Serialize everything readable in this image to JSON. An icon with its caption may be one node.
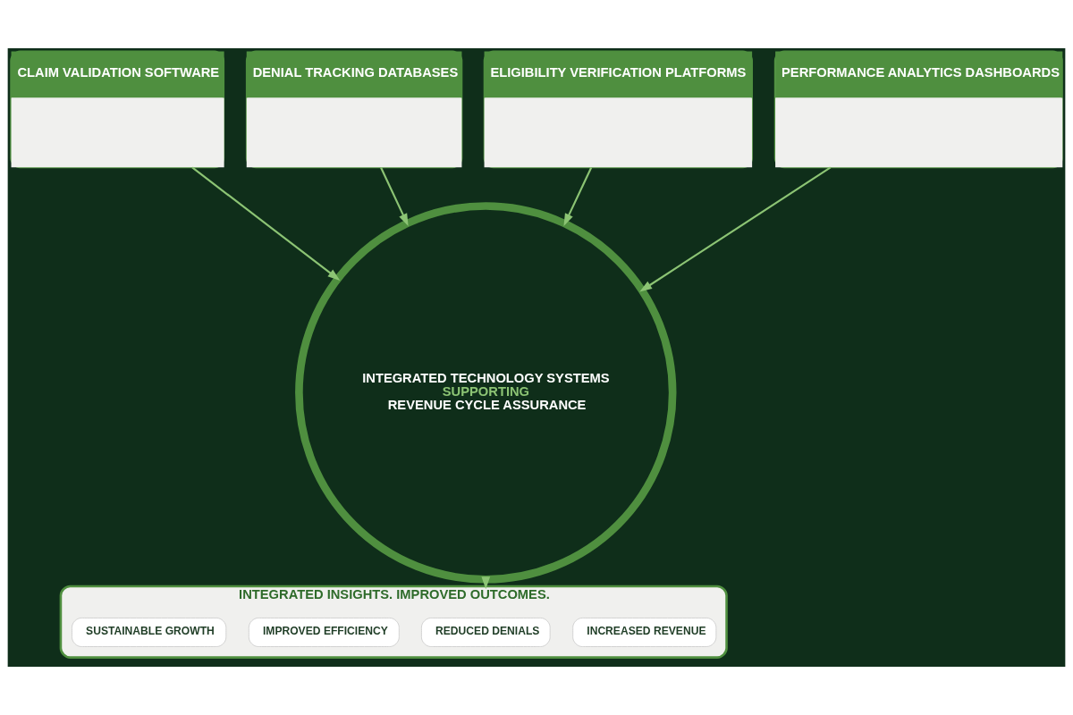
{
  "diagram": {
    "nodes": [
      {
        "text": [
          "CLAIM VALIDATION SOFTWARE"
        ]
      },
      {
        "text": [
          "ELIGIBILITY VERIFICATION PLATFORMS"
        ]
      },
      {
        "text": [
          "INTEGRATED TECHNOLOGY SYSTEMS",
          "SUPPORTING",
          "REVENUE CYCLE ASSURANCE"
        ]
      },
      {
        "text": [
          "DENIAL TRACKING DATABASES"
        ]
      },
      {
        "text": [
          "PERFORMANCE ANALYTICS DASHBOARDS"
        ]
      },
      {
        "text": [
          "INTEGRATED INSIGHTS. IMPROVED OUTCOMES."
        ]
      },
      {
        "text": [
          "INCREASED REVENUE"
        ],
        "in": 5
      },
      {
        "text": [
          "REDUCED DENIALS"
        ],
        "in": 5
      },
      {
        "text": [
          "IMPROVED EFFICIENCY"
        ],
        "in": 5
      },
      {
        "text": [
          "SUSTAINABLE GROWTH"
        ],
        "in": 5
      }
    ],
    "edges": [
      {
        "from": 0,
        "to": 2,
        "arrow": "to"
      },
      {
        "from": 1,
        "to": 2,
        "arrow": "to"
      },
      {
        "from": 3,
        "to": 2,
        "arrow": "to"
      },
      {
        "from": 4,
        "to": 2,
        "arrow": "to"
      },
      {
        "from": 2,
        "to": 5,
        "arrow": "to"
      }
    ]
  }
}
